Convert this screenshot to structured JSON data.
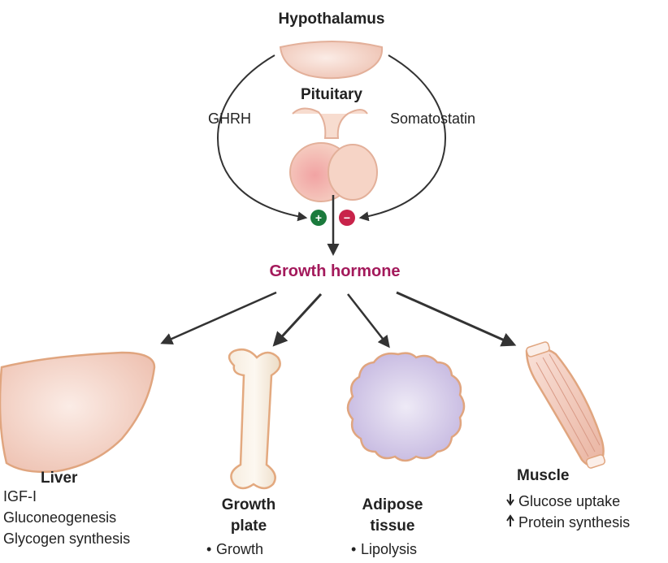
{
  "hypothalamus": {
    "label": "Hypothalamus"
  },
  "pituitary": {
    "label": "Pituitary"
  },
  "ghrh": {
    "label": "GHRH"
  },
  "somatostatin": {
    "label": "Somatostatin"
  },
  "signs": {
    "plus": "+",
    "minus": "−"
  },
  "growth_hormone": {
    "label": "Growth hormone",
    "color": "#a3195b"
  },
  "liver": {
    "title": "Liver",
    "items": [
      "IGF-I",
      "Gluconeogenesis",
      "Glycogen synthesis"
    ]
  },
  "growth_plate": {
    "title_line1": "Growth",
    "title_line2": "plate",
    "bullet": "•",
    "item": "Growth"
  },
  "adipose": {
    "title_line1": "Adipose",
    "title_line2": "tissue",
    "bullet": "•",
    "item": "Lipolysis"
  },
  "muscle": {
    "title": "Muscle",
    "items": [
      {
        "arrow": "down",
        "text": "Glucose uptake"
      },
      {
        "arrow": "up",
        "text": "Protein synthesis"
      }
    ]
  },
  "colors": {
    "tissue_pink": "#f3cbbd",
    "tissue_outline": "#e0a57f",
    "adipose_fill": "#cbbfe2",
    "plus_green": "#1b7a3c",
    "minus_red": "#c8234a",
    "arrow": "#333333"
  }
}
